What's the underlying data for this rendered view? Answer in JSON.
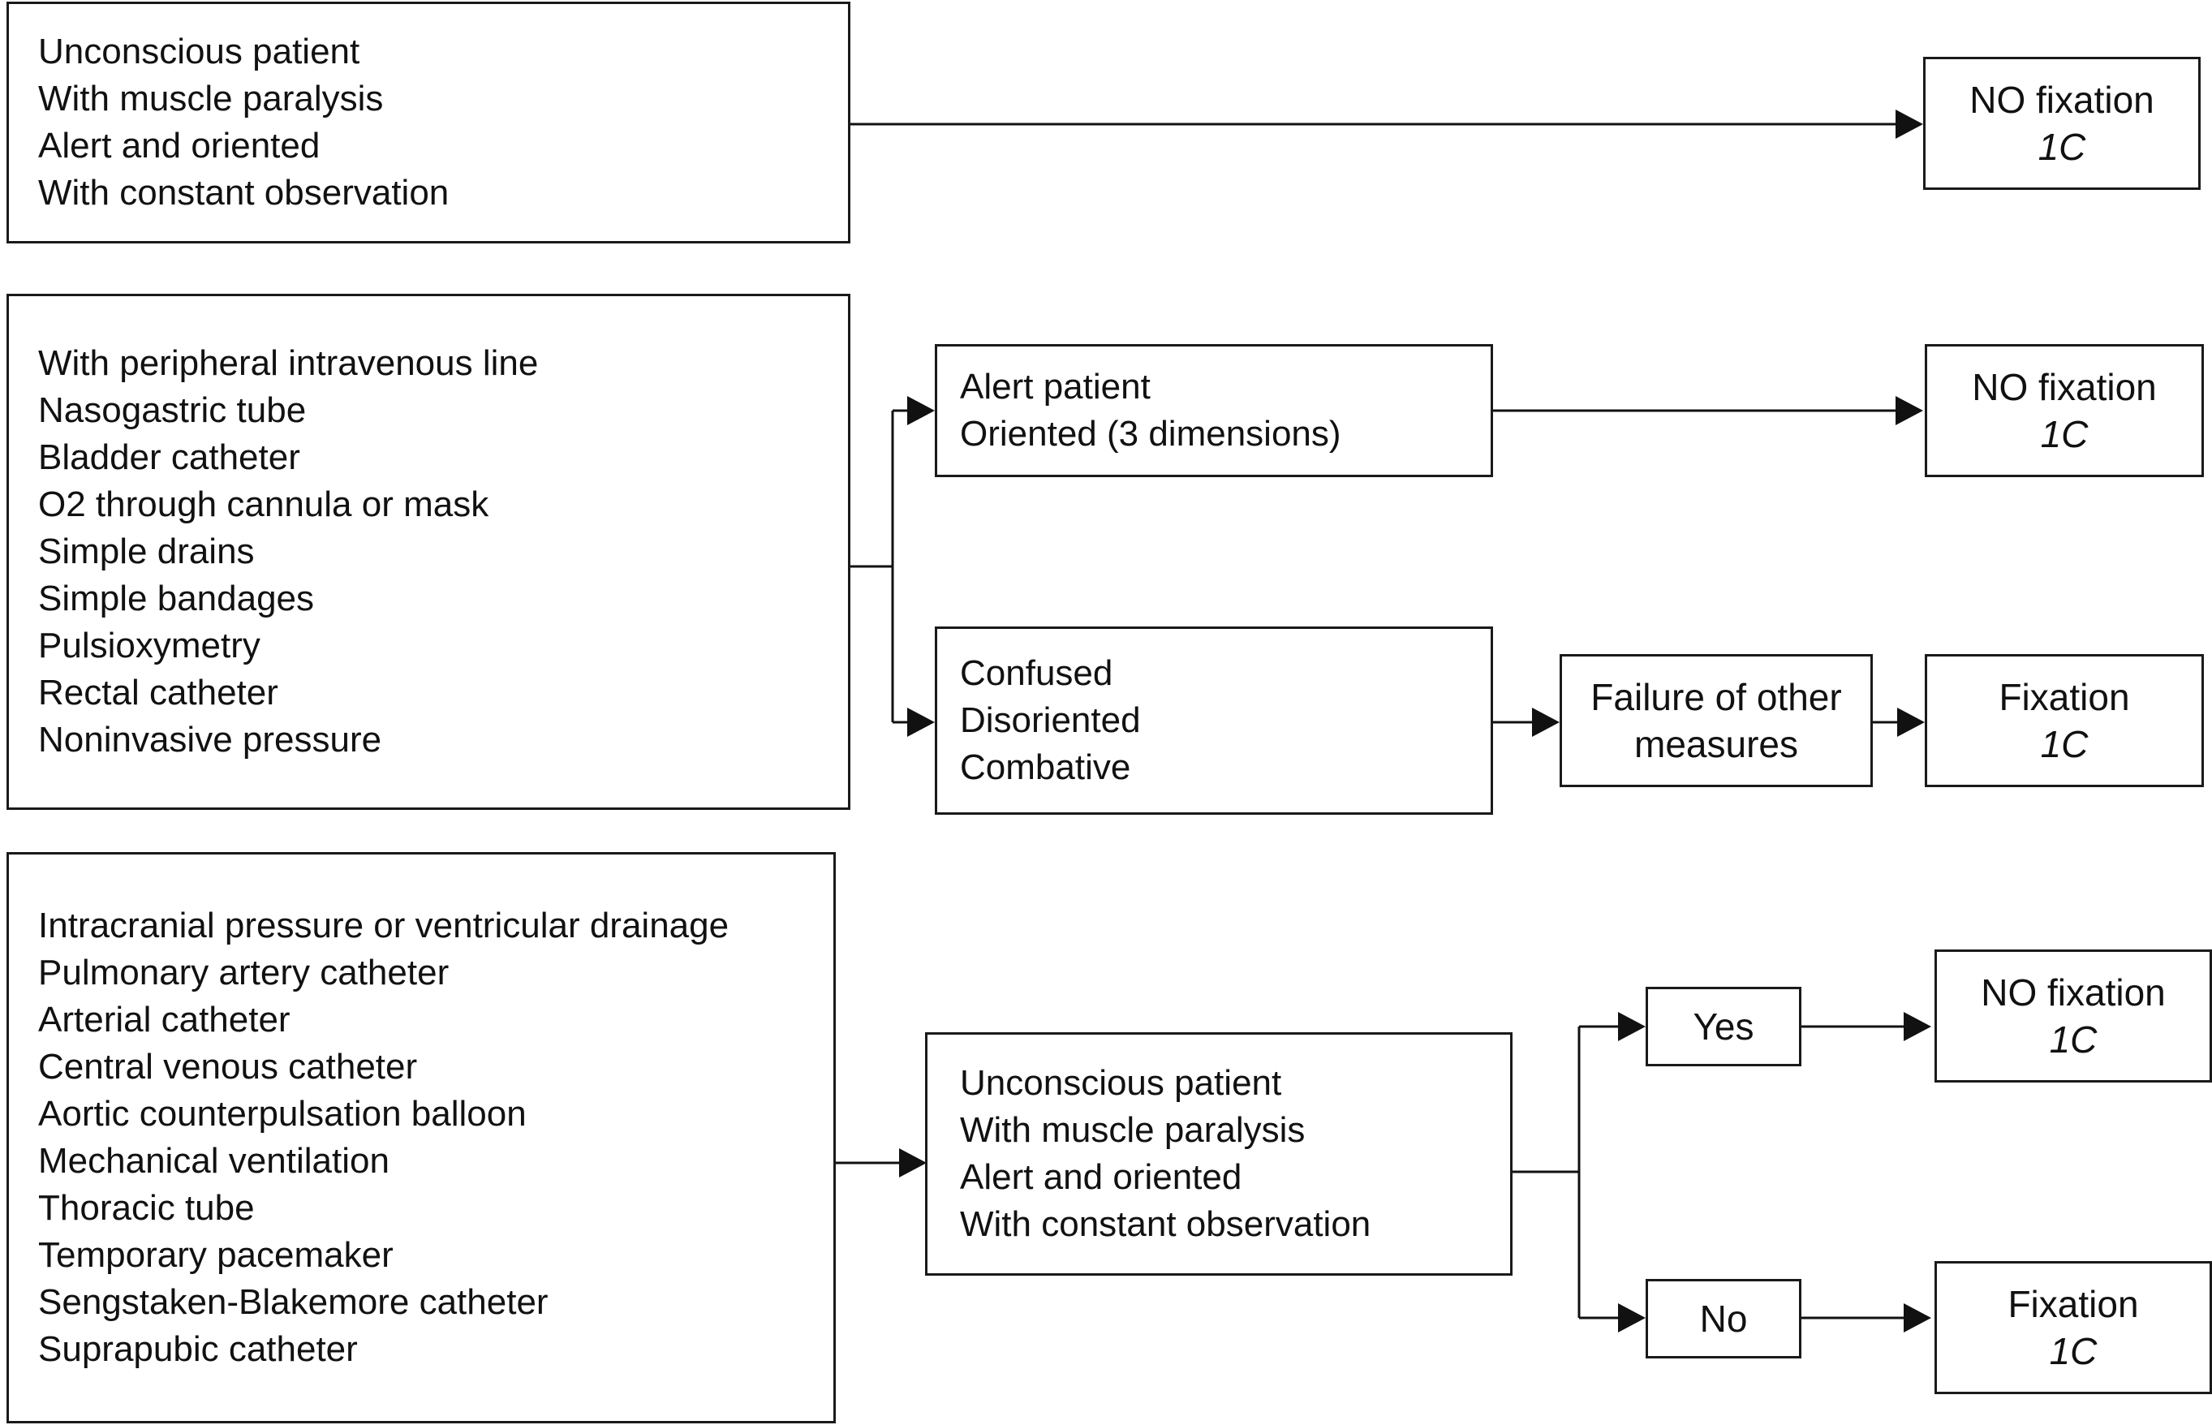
{
  "row1": {
    "conditions": [
      "Unconscious patient",
      "With muscle paralysis",
      "Alert and oriented",
      "With constant observation"
    ],
    "outcome": {
      "label": "NO fixation",
      "grade": "1C"
    }
  },
  "row2": {
    "conditions": [
      "With peripheral intravenous line",
      "Nasogastric tube",
      "Bladder catheter",
      "O2 through cannula or mask",
      "Simple drains",
      "Simple bandages",
      "Pulsioxymetry",
      "Rectal catheter",
      "Noninvasive pressure"
    ],
    "branch_alert": [
      "Alert patient",
      "Oriented (3 dimensions)"
    ],
    "branch_alert_outcome": {
      "label": "NO fixation",
      "grade": "1C"
    },
    "branch_confused": [
      "Confused",
      "Disoriented",
      "Combative"
    ],
    "failure": [
      "Failure of other",
      "measures"
    ],
    "branch_confused_outcome": {
      "label": "Fixation",
      "grade": "1C"
    }
  },
  "row3": {
    "conditions": [
      "Intracranial pressure or ventricular drainage",
      "Pulmonary artery catheter",
      "Arterial catheter",
      "Central venous catheter",
      "Aortic counterpulsation balloon",
      "Mechanical ventilation",
      "Thoracic tube",
      "Temporary pacemaker",
      "Sengstaken-Blakemore catheter",
      "Suprapubic catheter"
    ],
    "question": [
      "Unconscious patient",
      "With muscle paralysis",
      "Alert and oriented",
      "With constant observation"
    ],
    "yes_label": "Yes",
    "yes_outcome": {
      "label": "NO fixation",
      "grade": "1C"
    },
    "no_label": "No",
    "no_outcome": {
      "label": "Fixation",
      "grade": "1C"
    }
  }
}
